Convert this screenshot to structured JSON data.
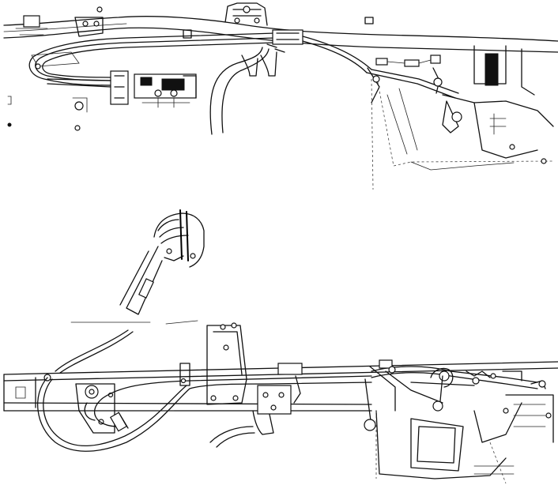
{
  "diagram": {
    "colors": {
      "ink": "#111111",
      "paper": "#ffffff"
    },
    "views": [
      {
        "id": "top-view",
        "kind": "line-drawing"
      },
      {
        "id": "bottom-view",
        "kind": "line-drawing"
      }
    ]
  }
}
